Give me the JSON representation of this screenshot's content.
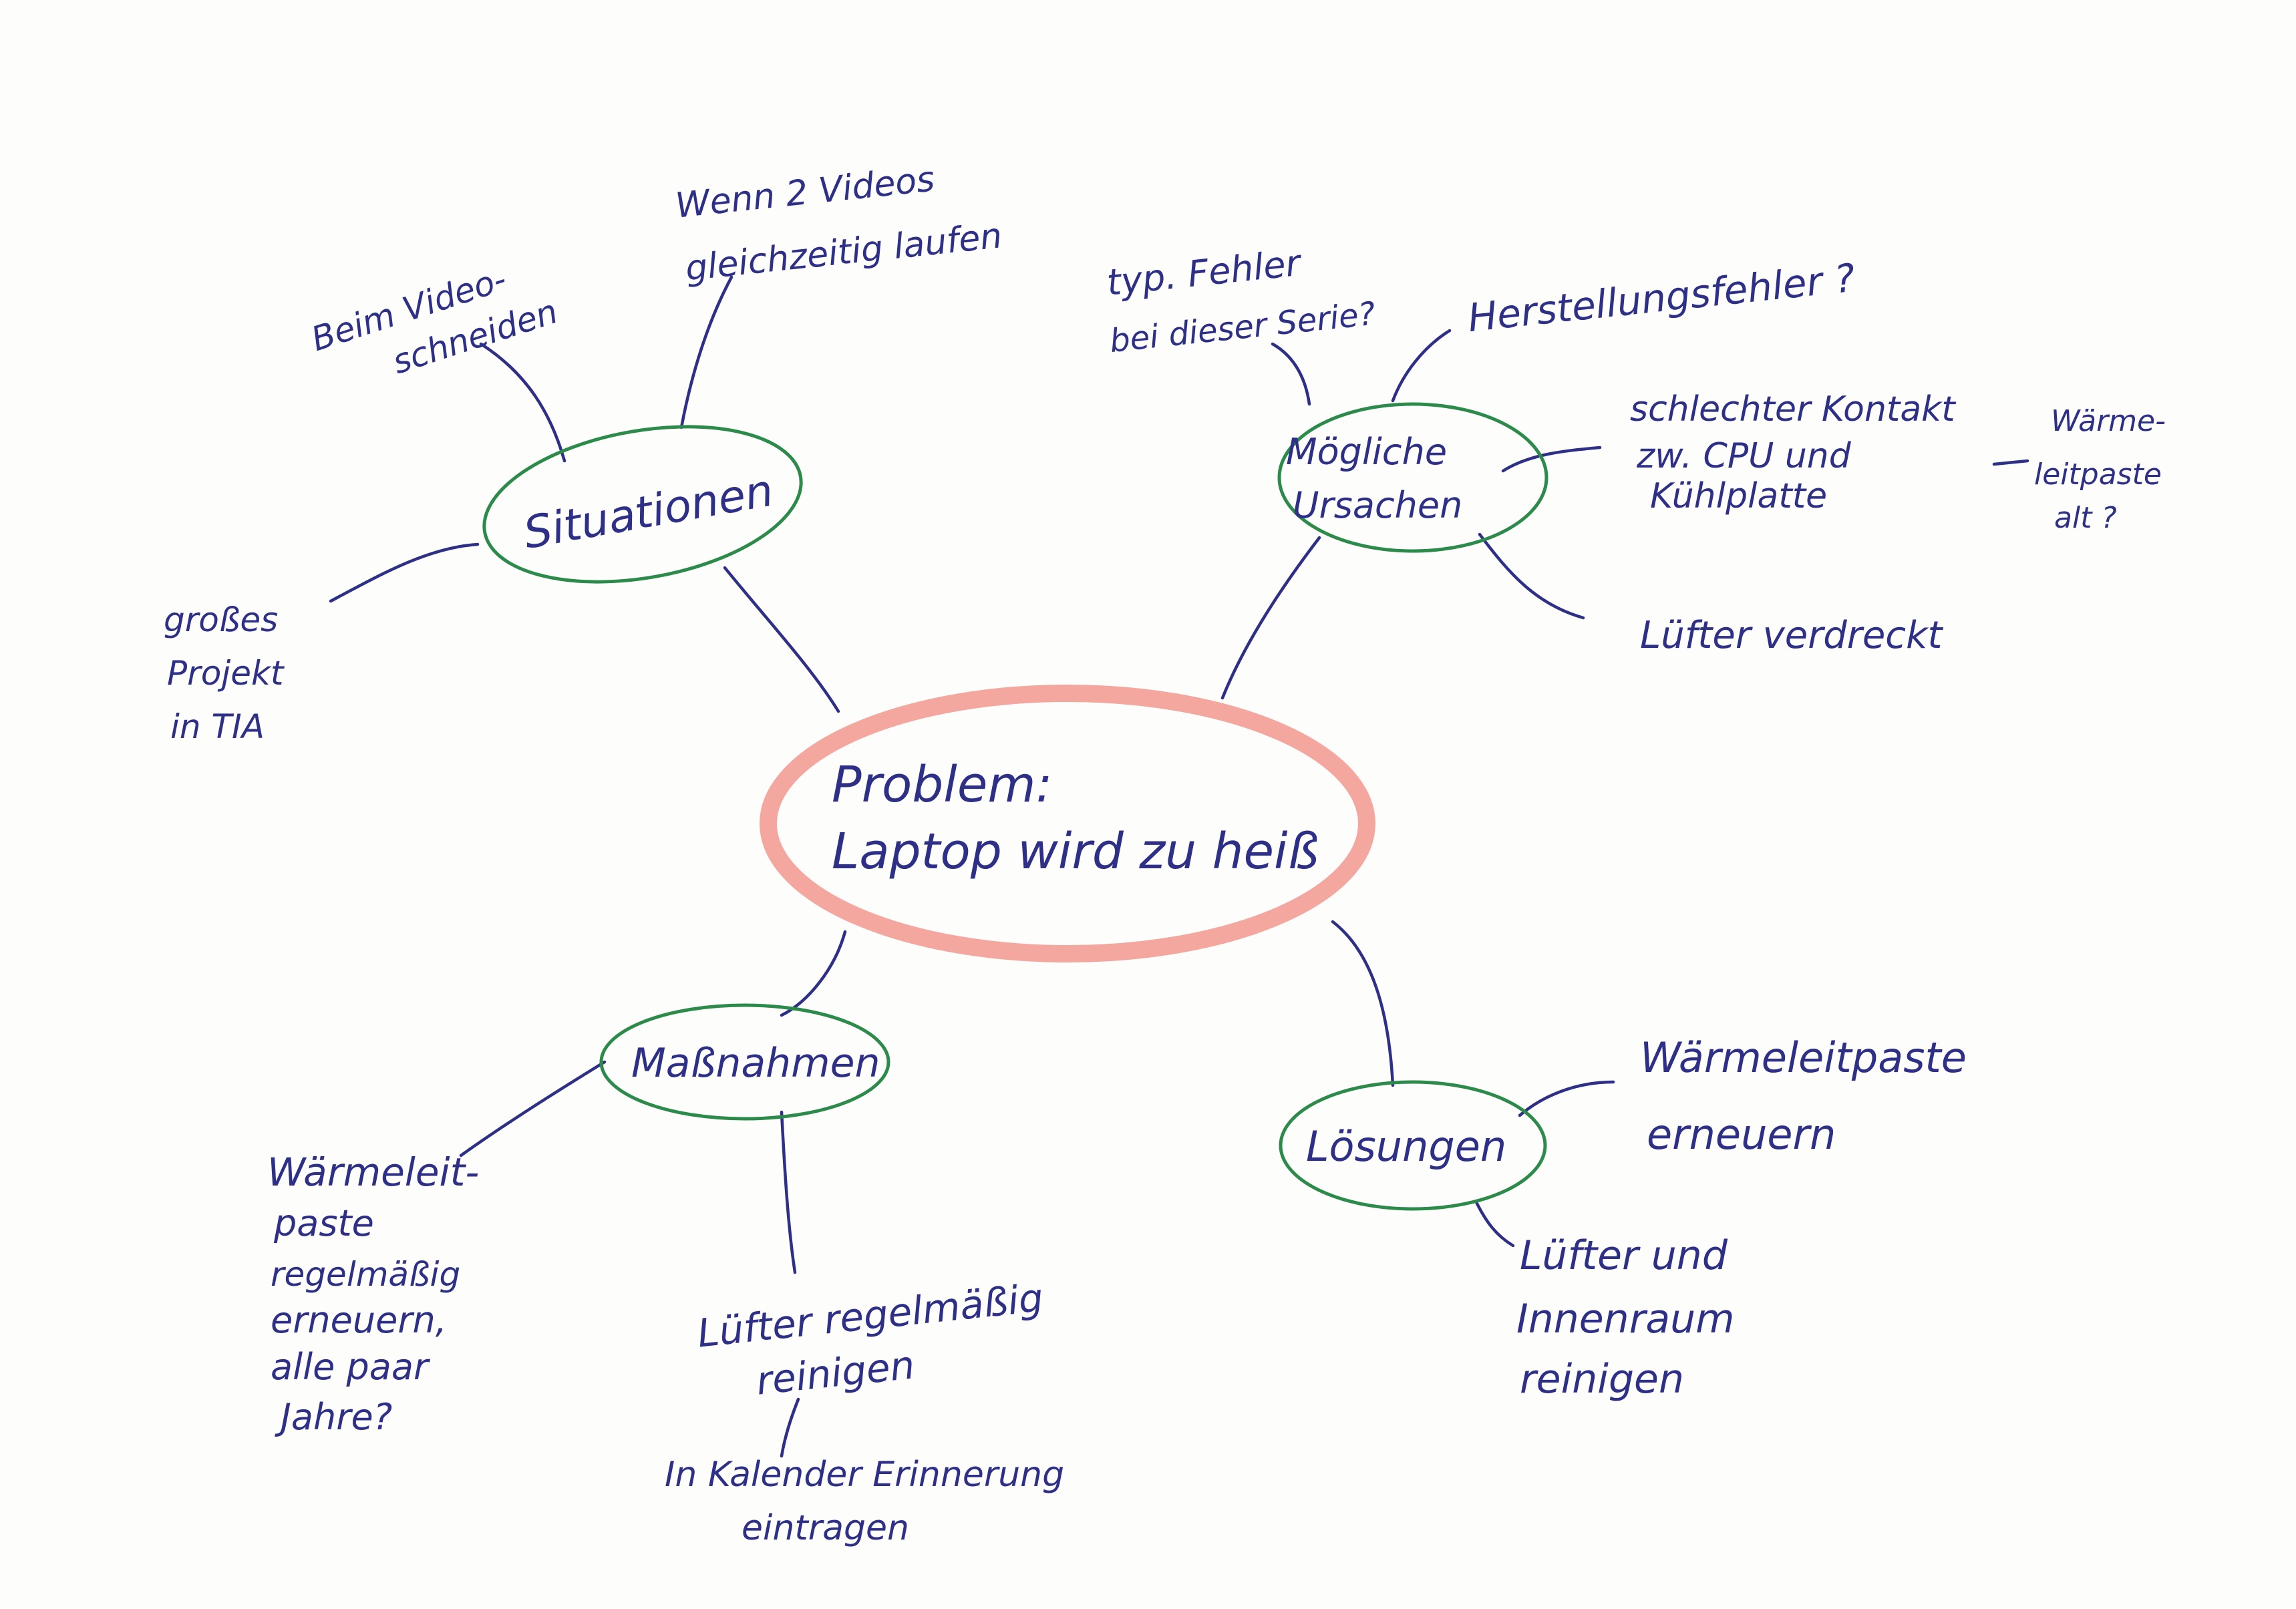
{
  "center": {
    "line1": "Problem:",
    "line2": "Laptop wird zu heiß",
    "color": "#f08a80"
  },
  "nodes": {
    "situationen": "Situationen",
    "ursachen": [
      "Mögliche",
      "Ursachen"
    ],
    "massnahmen": "Maßnahmen",
    "loesungen": "Lösungen"
  },
  "leaves": {
    "video_schneiden": [
      "Beim Video-",
      "schneiden"
    ],
    "zwei_videos": [
      "Wenn 2 Videos",
      "gleichzeitig laufen"
    ],
    "grosses_projekt": [
      "großes",
      "Projekt",
      "in TIA"
    ],
    "typ_fehler": [
      "typ. Fehler",
      "bei dieser Serie?"
    ],
    "herstellungsfehler": "Herstellungsfehler ?",
    "schlechter_kontakt": [
      "schlechter Kontakt",
      "zw. CPU und",
      "Kühlplatte"
    ],
    "waermeleitpaste_alt": [
      "Wärme-",
      "leitpaste",
      "alt ?"
    ],
    "luefter_verdreckt": "Lüfter verdreckt",
    "waermeleitpaste_massnahme": [
      "Wärmeleit-",
      "paste",
      "regelmäßig",
      "erneuern,",
      "alle paar",
      "Jahre?"
    ],
    "luefter_reinigen": [
      "Lüfter regelmäßig",
      "reinigen"
    ],
    "kalender": [
      "In Kalender Erinnerung",
      "eintragen"
    ],
    "waermeleitpaste_loesung": [
      "Wärmeleitpaste",
      "erneuern"
    ],
    "luefter_innenraum": [
      "Lüfter und",
      "Innenraum",
      "reinigen"
    ]
  },
  "colors": {
    "ink": "#2e2f86",
    "node_outline": "#2c8a4a",
    "paper": "#fdfdfb"
  }
}
